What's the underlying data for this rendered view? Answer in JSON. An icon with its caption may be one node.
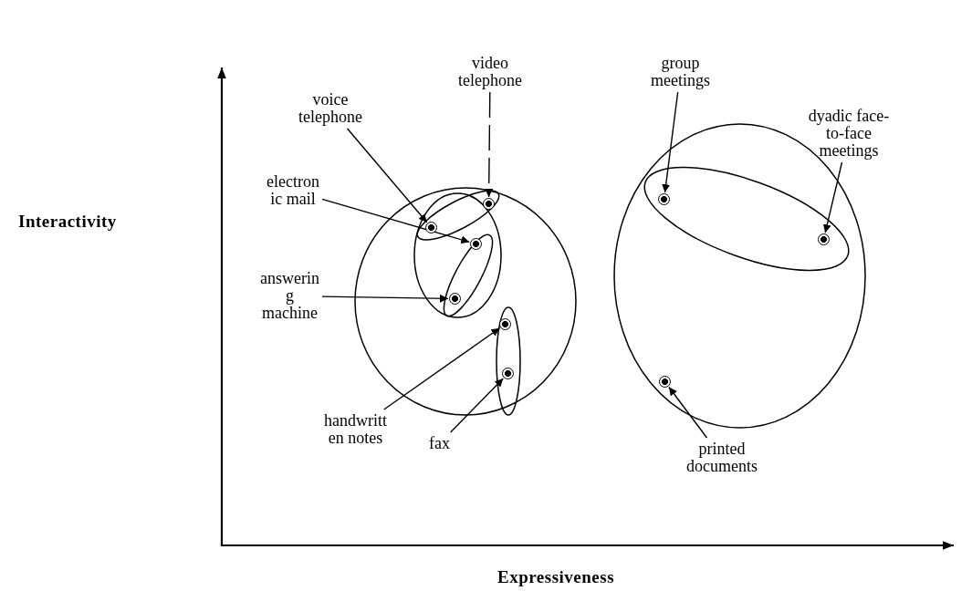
{
  "diagram": {
    "nodes": [
      {
        "text": [],
        "shape": "ellipse"
      },
      {
        "text": [],
        "shape": "ellipse",
        "in": 0
      },
      {
        "text": [],
        "shape": "ellipse",
        "in": 1
      },
      {
        "text": [],
        "shape": "circle",
        "in": 2
      },
      {
        "text": [],
        "shape": "circle",
        "in": 2
      },
      {
        "text": [],
        "shape": "ellipse",
        "in": 1
      },
      {
        "text": [],
        "shape": "circle",
        "in": 5
      },
      {
        "text": [],
        "shape": "circle",
        "in": 5
      },
      {
        "text": [],
        "shape": "ellipse",
        "in": 0
      },
      {
        "text": [],
        "shape": "circle",
        "in": 8
      },
      {
        "text": [],
        "shape": "circle",
        "in": 8
      },
      {
        "text": [],
        "shape": "ellipse"
      },
      {
        "text": [],
        "shape": "ellipse",
        "in": 11
      },
      {
        "text": [],
        "shape": "circle",
        "in": 12
      },
      {
        "text": [],
        "shape": "circle",
        "in": 12
      },
      {
        "text": [],
        "shape": "circle",
        "in": 11
      },
      {
        "text": [
          "voice telephone"
        ]
      },
      {
        "text": [
          "video telephone"
        ]
      },
      {
        "text": [
          "group meetings"
        ]
      },
      {
        "text": [
          "dyadic face-to-face meetings"
        ]
      },
      {
        "text": [
          "electron ic mail"
        ]
      },
      {
        "text": [
          "answerin g machine"
        ]
      },
      {
        "text": [
          "handwritt en notes"
        ]
      },
      {
        "text": [
          "fax"
        ]
      },
      {
        "text": [
          "printed documents"
        ]
      }
    ],
    "edges": [
      {
        "from": 16,
        "to": 3,
        "arrow": "to"
      },
      {
        "from": 17,
        "to": 4,
        "arrow": "to",
        "style": "dashed"
      },
      {
        "from": 18,
        "to": 13,
        "arrow": "to"
      },
      {
        "from": 19,
        "to": 14,
        "arrow": "to"
      },
      {
        "from": 20,
        "to": 6,
        "arrow": "to"
      },
      {
        "from": 21,
        "to": 7,
        "arrow": "to"
      },
      {
        "from": 22,
        "to": 9,
        "arrow": "to"
      },
      {
        "from": 23,
        "to": 10,
        "arrow": "to"
      },
      {
        "from": 24,
        "to": 15,
        "arrow": "to"
      }
    ],
    "labels": [
      "Interactivity",
      "Expressiveness"
    ]
  }
}
